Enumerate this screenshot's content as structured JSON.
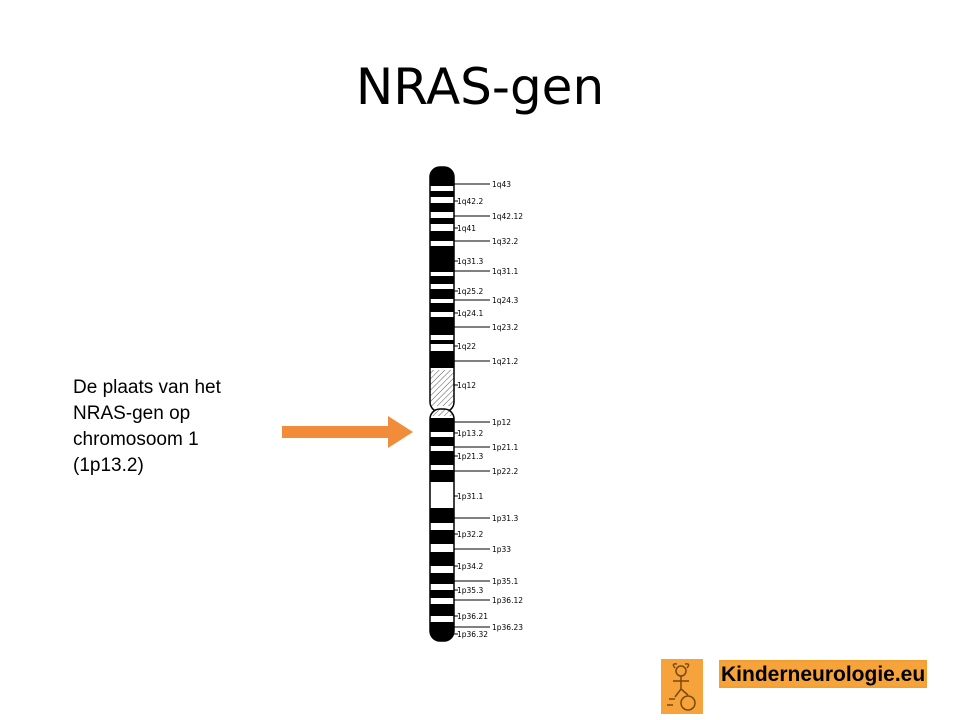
{
  "title": "NRAS-gen",
  "description": [
    "De plaats van het",
    "NRAS-gen op",
    "chromosoom 1",
    "(1p13.2)"
  ],
  "arrow_color": "#f08c3a",
  "logo": {
    "text": "Kinderneurologie.eu",
    "color": "#f5a33a"
  },
  "chromosome": {
    "q_labels_left": [
      "1q42.2",
      "1q41",
      "1q31.3",
      "1q25.2",
      "1q24.1",
      "1q22",
      "1q12"
    ],
    "q_labels_right": [
      "1q43",
      "1q42.12",
      "1q32.2",
      "1q31.1",
      "1q24.3",
      "1q23.2",
      "1q21.2"
    ],
    "p_labels_left": [
      "1p13.2",
      "1p21.3",
      "1p31.1",
      "1p32.2",
      "1p34.2",
      "1p35.3",
      "1p36.21",
      "1p36.32"
    ],
    "p_labels_right": [
      "1p12",
      "1p21.1",
      "1p22.2",
      "1p31.3",
      "1p33",
      "1p35.1",
      "1p36.12",
      "1p36.23"
    ]
  }
}
